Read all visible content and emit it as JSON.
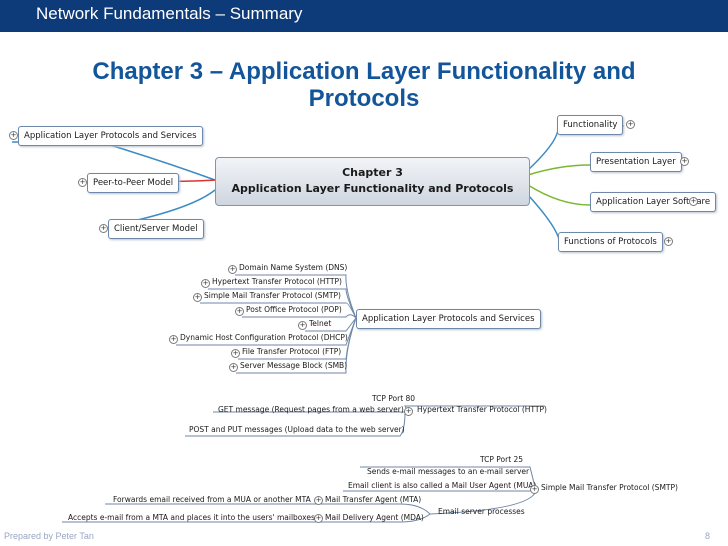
{
  "header": {
    "title": "Network Fundamentals – Summary"
  },
  "slide": {
    "title_line1": "Chapter 3 – Application Layer Functionality and",
    "title_line2": "Protocols"
  },
  "central": {
    "line1": "Chapter 3",
    "line2": "Application Layer Functionality and Protocols"
  },
  "left_branches": [
    "Application Layer Protocols and Services",
    "Peer-to-Peer Model",
    "Client/Server Model"
  ],
  "right_branches": [
    "Functionality",
    "Presentation Layer",
    "Application Layer Software",
    "Functions of Protocols"
  ],
  "protocols": {
    "hub": "Application Layer Protocols and Services",
    "items": [
      "Domain Name System (DNS)",
      "Hypertext Transfer Protocol (HTTP)",
      "Simple Mail Transfer Protocol (SMTP)",
      "Post Office Protocol (POP)",
      "Telnet",
      "Dynamic Host Configuration Protocol (DHCP)",
      "File Transfer Protocol (FTP)",
      "Server Message Block (SMB)"
    ]
  },
  "http": {
    "hub": "Hypertext Transfer Protocol (HTTP)",
    "port": "TCP Port 80",
    "items": [
      "GET message (Request pages from a web server)",
      "POST and PUT messages (Upload data to the web server)"
    ]
  },
  "smtp": {
    "hub": "Simple Mail Transfer Protocol (SMTP)",
    "port": "TCP Port 25",
    "items": [
      "Sends e-mail messages to an e-mail server",
      "Email client is also called a Mail User Agent (MUA)",
      "Email server processes"
    ],
    "server": {
      "mta": "Mail Transfer Agent (MTA)",
      "mta_desc": "Forwards email received from a MUA or another MTA",
      "mda": "Mail Delivery Agent (MDA)",
      "mda_desc": "Accepts e-mail from a MTA and places it into the users' mailboxes"
    }
  },
  "footer": {
    "author": "Prepared by Peter Tan",
    "page": "8"
  },
  "colors": {
    "header_bg": "#0d3a78",
    "title": "#13559a",
    "branch_blue": "#3b8bc4",
    "branch_green": "#7ab82e",
    "branch_red": "#d33"
  }
}
